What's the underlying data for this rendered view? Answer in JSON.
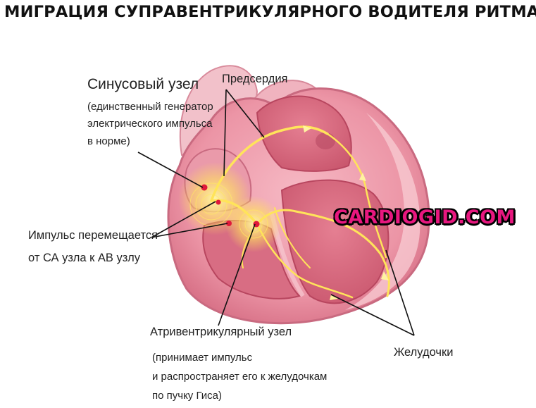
{
  "title": "МИГРАЦИЯ СУПРАВЕНТРИКУЛЯРНОГО ВОДИТЕЛЯ РИТМА",
  "watermark": "CARDIOGID.COM",
  "labels": {
    "sa_node": "Синусовый узел",
    "sa_node_desc": [
      "(единственный генератор",
      "электрического импульса",
      "в норме)"
    ],
    "atria": "Предсердия",
    "impulse": [
      "Импульс перемещается",
      "от СА узла к АВ узлу"
    ],
    "av_node": "Атривентрикулярный узел",
    "av_node_desc": [
      "(принимает импульс",
      "и распространяет его к желудочкам",
      "по пучку Гиса)"
    ],
    "ventricles": "Желудочки"
  }
}
